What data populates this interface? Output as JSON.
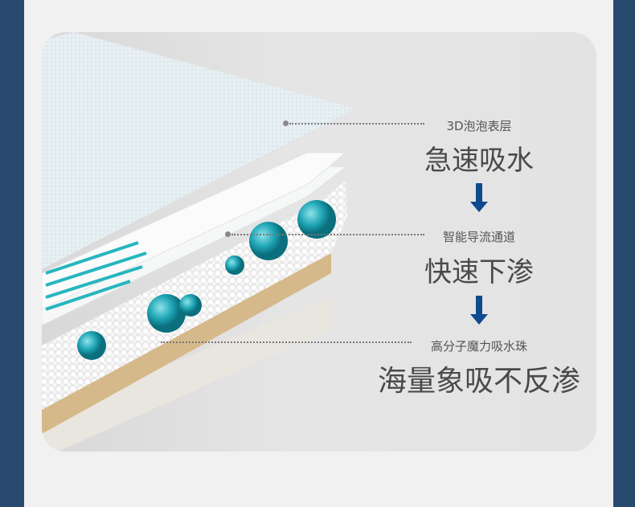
{
  "features": [
    {
      "subtitle": "3D泡泡表层",
      "title": "急速吸水"
    },
    {
      "subtitle": "智能导流通道",
      "title": "快速下渗"
    },
    {
      "subtitle": "高分子魔力吸水珠",
      "title": "海量象吸不反渗"
    }
  ],
  "colors": {
    "background": "#274a6e",
    "arrow": "#0d4a8f",
    "bead": "#1fa5b5"
  }
}
